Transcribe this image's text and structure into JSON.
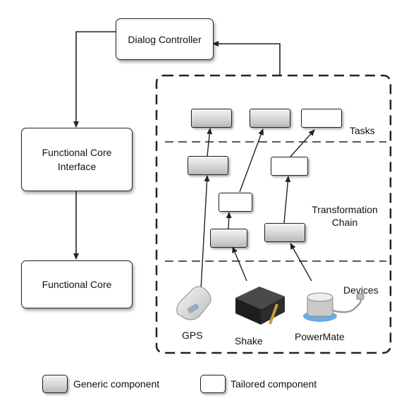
{
  "boxes": {
    "dialog_controller": "Dialog Controller",
    "functional_core_interface": "Functional Core Interface",
    "functional_core": "Functional Core"
  },
  "layers": {
    "tasks": "Tasks",
    "transformation_chain": "Transformation Chain",
    "devices": "Devices"
  },
  "devices": {
    "gps": "GPS",
    "shake": "Shake",
    "powermate": "PowerMate"
  },
  "legend": {
    "generic": "Generic component",
    "tailored": "Tailored component"
  },
  "colors": {
    "line": "#222222",
    "generic_fill": "#c8c8c8",
    "tailored_fill": "#ffffff"
  }
}
